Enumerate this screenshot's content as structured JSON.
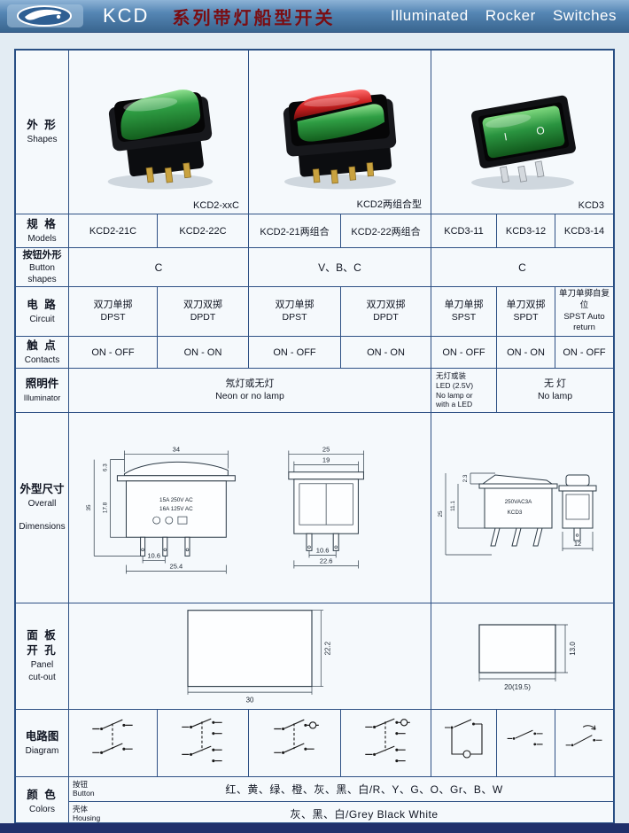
{
  "header": {
    "brand": "KCD",
    "title_cn": "系列带灯船型开关",
    "title_en": "Illuminated Rocker Switches"
  },
  "shapes": {
    "label_cn": "外 形",
    "label_en": "Shapes",
    "caption_kcd2": "KCD2-xxC",
    "caption_kcd2_dual": "KCD2两组合型",
    "caption_kcd3": "KCD3",
    "rocker_mark_on": "I",
    "rocker_mark_off": "O"
  },
  "models": {
    "label_cn": "规 格",
    "label_en": "Models",
    "values": [
      "KCD2-21C",
      "KCD2-22C",
      "KCD2-21两组合",
      "KCD2-22两组合",
      "KCD3-11",
      "KCD3-12",
      "KCD3-14"
    ]
  },
  "button_shapes": {
    "label_cn": "按钮外形",
    "label_en": "Button shapes",
    "values": [
      "C",
      "V、B、C",
      "C"
    ]
  },
  "circuit": {
    "label_cn": "电 路",
    "label_en": "Circuit",
    "values": [
      {
        "cn": "双刀单掷",
        "en": "DPST"
      },
      {
        "cn": "双刀双掷",
        "en": "DPDT"
      },
      {
        "cn": "双刀单掷",
        "en": "DPST"
      },
      {
        "cn": "双刀双掷",
        "en": "DPDT"
      },
      {
        "cn": "单刀单掷",
        "en": "SPST"
      },
      {
        "cn": "单刀双掷",
        "en": "SPDT"
      },
      {
        "cn": "单刀单掷自复位",
        "en": "SPST Auto return"
      }
    ]
  },
  "contacts": {
    "label_cn": "触 点",
    "label_en": "Contacts",
    "values": [
      "ON - OFF",
      "ON - ON",
      "ON - OFF",
      "ON - ON",
      "ON - OFF",
      "ON - ON",
      "ON - OFF"
    ]
  },
  "illuminator": {
    "label_cn": "照明件",
    "label_en": "Illuminator",
    "kcd2_cn": "氖灯或无灯",
    "kcd2_en": "Neon or no lamp",
    "kcd3_11_lines": [
      "无灯或装",
      "LED (2.5V)",
      "No lamp or",
      "with a LED"
    ],
    "kcd3_cn": "无  灯",
    "kcd3_en": "No lamp"
  },
  "dimensions": {
    "label_cn": "外型尺寸",
    "label_en1": "Overall",
    "label_en2": "Dimensions",
    "kcd2": {
      "top_w": "34",
      "rocker_h": "6.3",
      "body_h": "17.8",
      "total_h": "35",
      "pin_spacing": "10.6",
      "bottom_w": "25.4",
      "rating1": "15A 250V AC",
      "rating2": "16A 125V AC",
      "front_w": "25",
      "front_inner_w": "19",
      "front_pin_w": "10.6",
      "front_bottom_w": "22.6"
    },
    "kcd3": {
      "rocker_h": "2.3",
      "body_h": "11.1",
      "total_h": "25",
      "marking1": "250VAC3A",
      "marking2": "KCD3",
      "front_w": "12"
    }
  },
  "panel": {
    "label_cn1": "面 板",
    "label_cn2": "开 孔",
    "label_en1": "Panel",
    "label_en2": "cut-out",
    "kcd2_w": "30",
    "kcd2_h": "22.2",
    "kcd3_w": "20(19.5)",
    "kcd3_h": "13.0"
  },
  "diagram": {
    "label_cn": "电路图",
    "label_en": "Diagram"
  },
  "colors": {
    "label_cn": "颜 色",
    "label_en": "Colors",
    "button_cn": "按钮",
    "button_en": "Button",
    "button_values": "红、黄、绿、橙、灰、黑、白/R、Y、G、O、Gr、B、W",
    "housing_cn": "壳体",
    "housing_en": "Housing",
    "housing_values": "灰、黑、白/Grey  Black  White"
  }
}
